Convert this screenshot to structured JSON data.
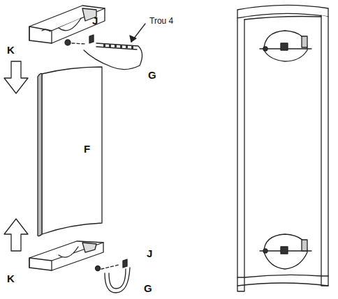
{
  "diagram": {
    "labels": [
      "J",
      "Trou 4",
      "K",
      "G",
      "F",
      "J",
      "K",
      "G"
    ]
  }
}
